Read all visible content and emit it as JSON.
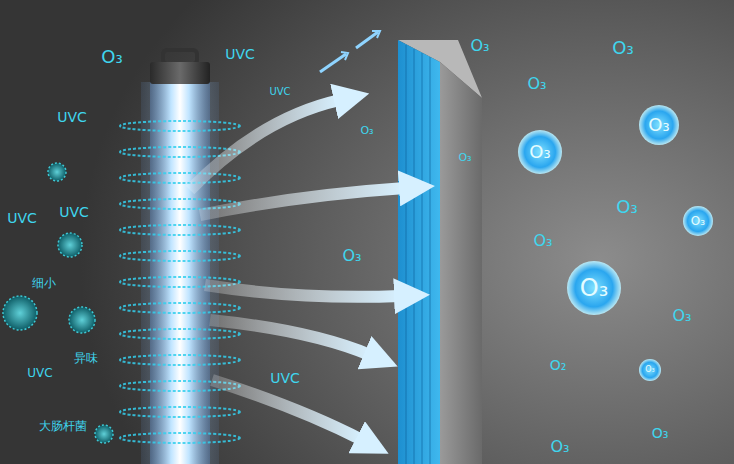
{
  "diagram": {
    "labels": [
      "O₃",
      "UVC",
      "UVC",
      "O₃",
      "O₃",
      "O₃",
      "UVC",
      "O₃",
      "O₃",
      "O₃",
      "O₃",
      "UVC",
      "UVC",
      "O₃",
      "O₃",
      "O₃",
      "O₃",
      "细小",
      "O₃",
      "O₃",
      "异味",
      "O₂",
      "O₃",
      "UVC",
      "UVC",
      "大肠杆菌",
      "O₃",
      "O₃"
    ]
  }
}
